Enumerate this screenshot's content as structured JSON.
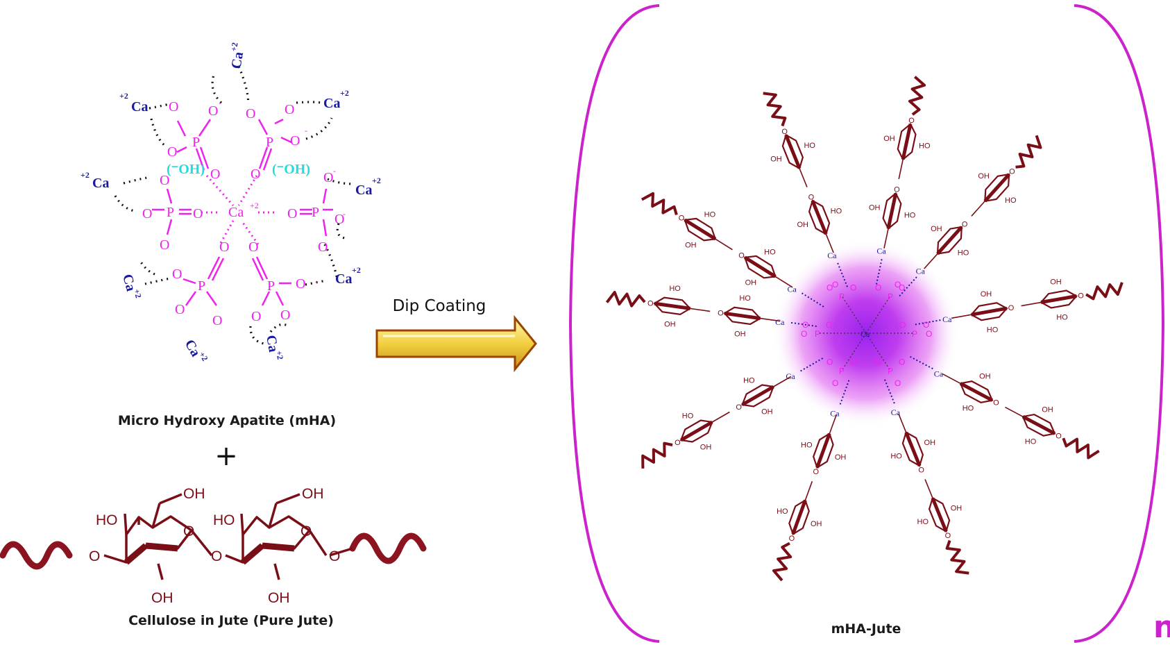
{
  "labels": {
    "mha_caption": "Micro Hydroxy Apatite (mHA)",
    "plus_sign": "+",
    "cellulose_caption": "Cellulose in Jute (Pure Jute)",
    "arrow_label": "Dip Coating",
    "product_caption": "mHA-Jute",
    "repeat_subscript": "n"
  },
  "mha_structure": {
    "phosphorus": "P",
    "oxygen": "O",
    "hydroxyl": "(⁻OH)",
    "calcium": "Ca",
    "charge": "+2",
    "minus": "-"
  },
  "cellulose_structure": {
    "hydroxyl": "OH",
    "hydroxyl_left": "HO",
    "ring_oxygen": "O"
  },
  "colors": {
    "phosphate": "#ee22ee",
    "calcium": "#1a1aa0",
    "hydroxyl_ion": "#22dddd",
    "cellulose": "#7a0e17",
    "bracket": "#cc22cc",
    "arrow_fill": "#f2dc55",
    "arrow_edge": "#9a4400",
    "glow": "#cc33ff"
  }
}
